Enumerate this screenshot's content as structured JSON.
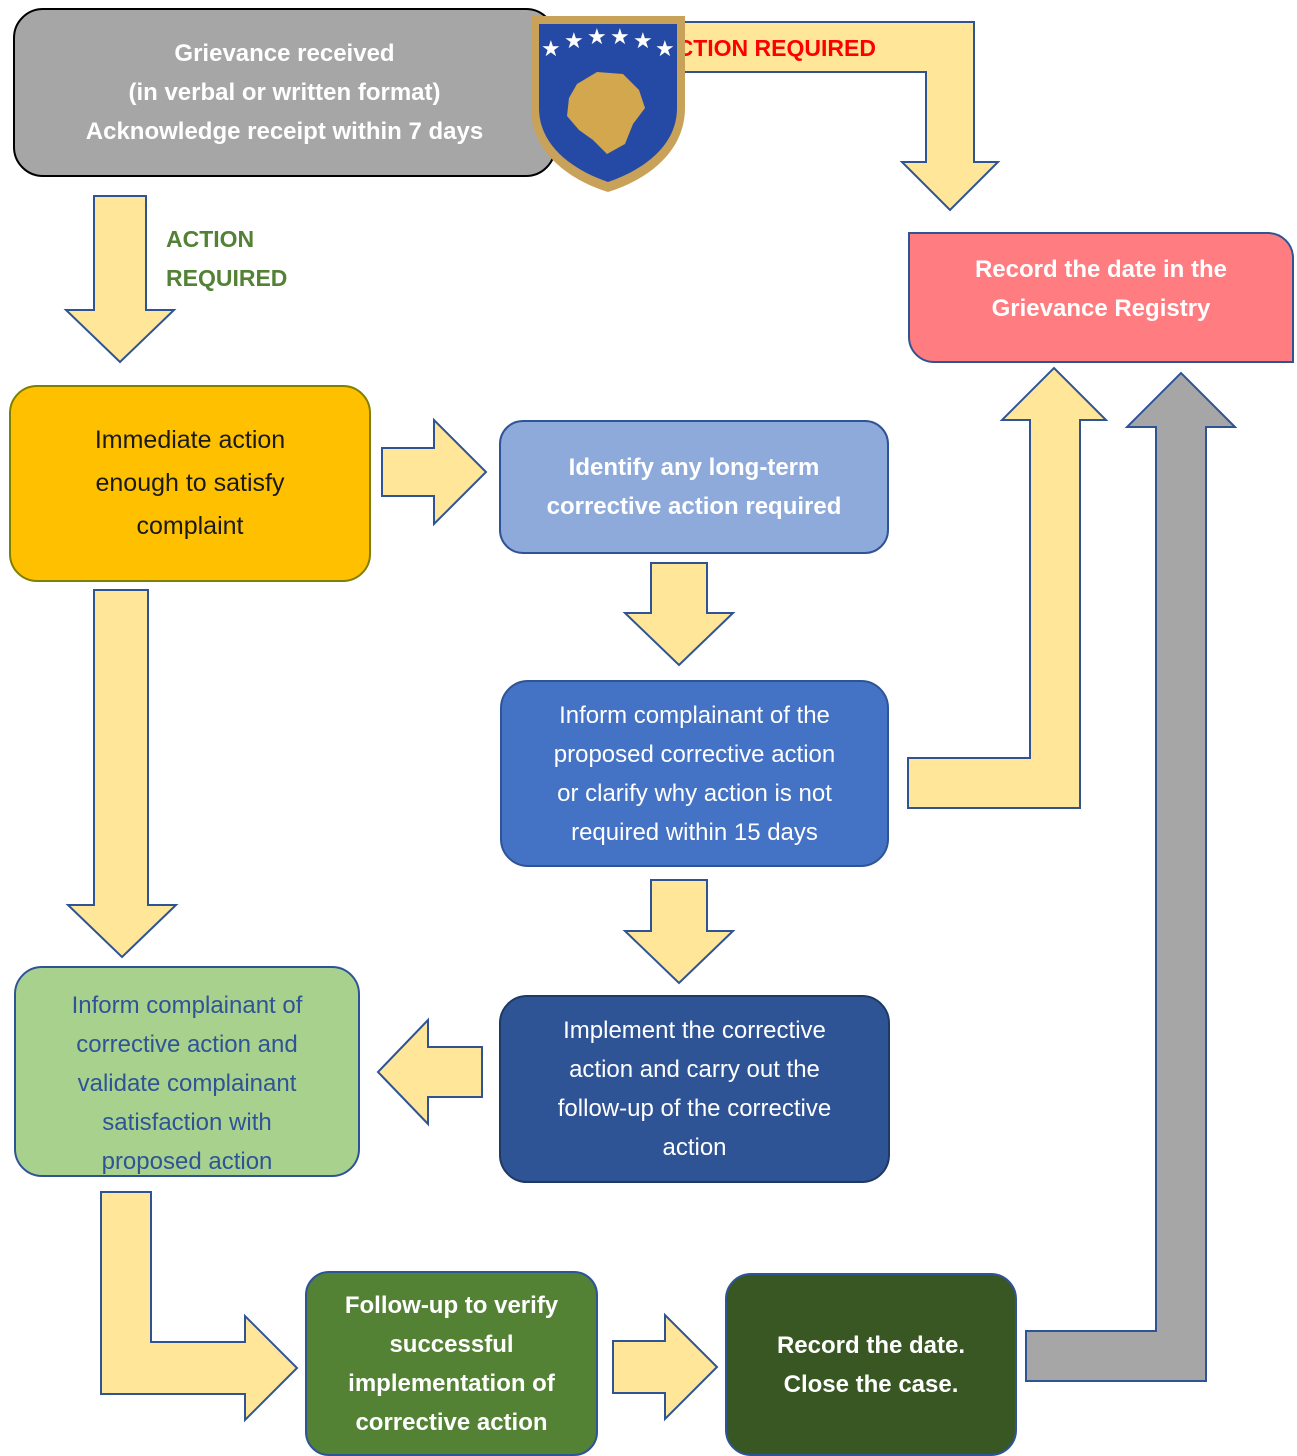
{
  "labels": {
    "action_required_top": "ACTION REQUIRED",
    "action_required_left": [
      "ACTION",
      "REQUIRED"
    ]
  },
  "boxes": {
    "grievance_received": [
      "Grievance received",
      "(in verbal or written format)",
      "Acknowledge receipt within 7 days"
    ],
    "record_registry": [
      "Record the date in the",
      "Grievance Registry"
    ],
    "immediate_action": [
      "Immediate action",
      "enough to satisfy",
      "complaint"
    ],
    "identify_longterm": [
      "Identify any long-term",
      "corrective action required"
    ],
    "inform_proposed": [
      "Inform complainant of the",
      "proposed corrective action",
      "or clarify why action is not",
      "required within 15 days"
    ],
    "implement_action": [
      "Implement the corrective",
      "action and carry out the",
      "follow-up of the corrective",
      "action"
    ],
    "inform_validate": [
      "Inform complainant of",
      "corrective action and",
      "validate complainant",
      "satisfaction with",
      "proposed action"
    ],
    "followup_verify": [
      "Follow-up to verify",
      "successful",
      "implementation of",
      "corrective action"
    ],
    "record_close": [
      "Record the date.",
      "Close the case."
    ]
  },
  "colors": {
    "grey_box": "#a6a6a6",
    "red_box": "#ff7c80",
    "orange_box": "#ffc000",
    "light_blue_box": "#8eaadb",
    "blue_box": "#4472c4",
    "dark_blue_box": "#2f5496",
    "light_green_box": "#a9d18e",
    "green_box": "#548235",
    "dark_green_box": "#385723",
    "arrow_fill": "#ffe699",
    "arrow_stroke": "#2f5496",
    "grey_arrow": "#a6a6a6",
    "label_green": "#538135",
    "label_red": "#ff0000"
  },
  "icons": {
    "seal": "kosovo-coat-of-arms-icon"
  }
}
